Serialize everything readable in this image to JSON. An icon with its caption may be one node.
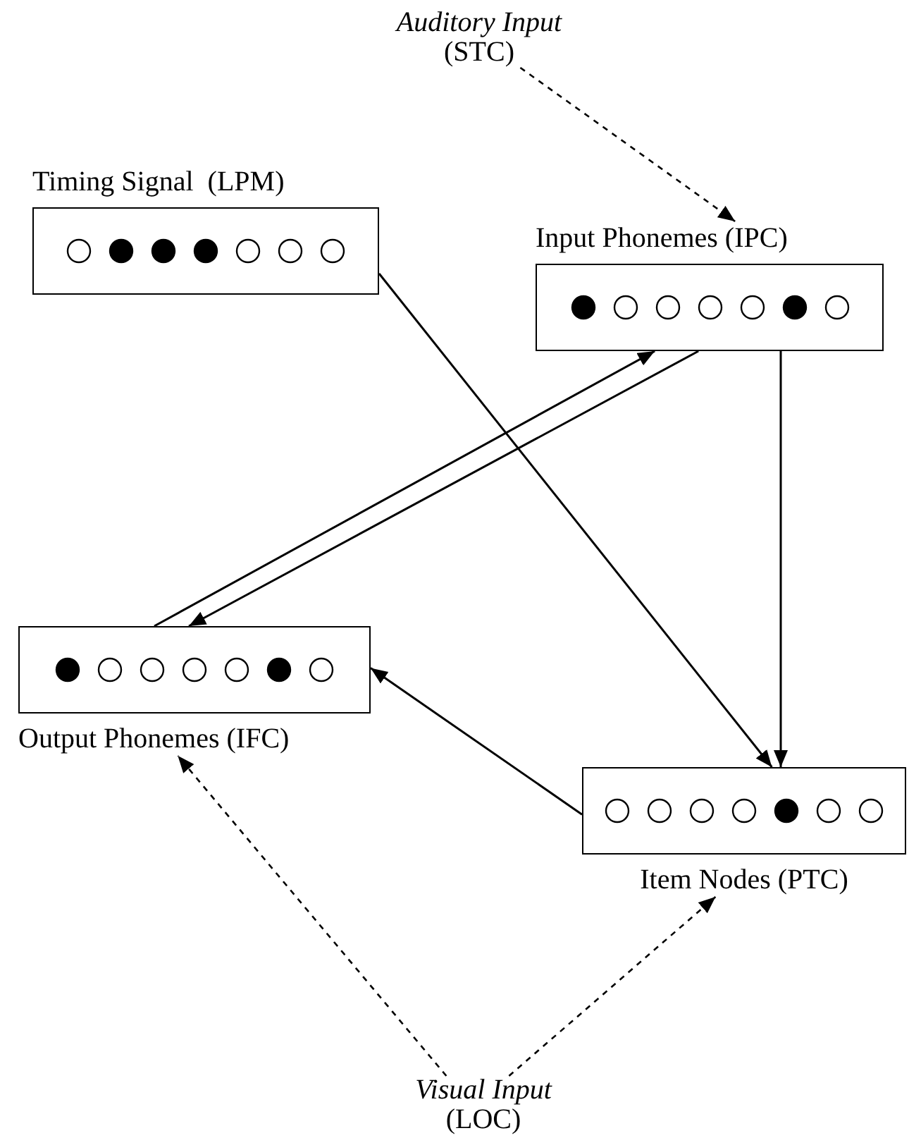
{
  "diagram": {
    "nodes": [
      {
        "text": [
          "Auditory Input",
          "(STC)"
        ]
      },
      {
        "text": [
          "Timing Signal  (LPM)"
        ]
      },
      {
        "text": [
          "Input Phonemes (IPC)"
        ]
      },
      {
        "text": [
          "Output Phonemes (IFC)"
        ]
      },
      {
        "text": [
          "Item Nodes (PTC)"
        ]
      },
      {
        "text": [
          "Visual Input",
          "(LOC)"
        ]
      }
    ],
    "edges": [
      {
        "from": 0,
        "to": 2,
        "arrow": "to",
        "style": "dashed"
      },
      {
        "from": 1,
        "to": 4,
        "arrow": "to"
      },
      {
        "from": 2,
        "to": 3,
        "arrow": "to"
      },
      {
        "from": 3,
        "to": 2,
        "arrow": "to"
      },
      {
        "from": 2,
        "to": 4,
        "arrow": "to"
      },
      {
        "from": 4,
        "to": 3,
        "arrow": "to"
      },
      {
        "from": 5,
        "to": 3,
        "arrow": "to",
        "style": "dashed"
      },
      {
        "from": 5,
        "to": 4,
        "arrow": "to",
        "style": "dashed"
      }
    ]
  }
}
